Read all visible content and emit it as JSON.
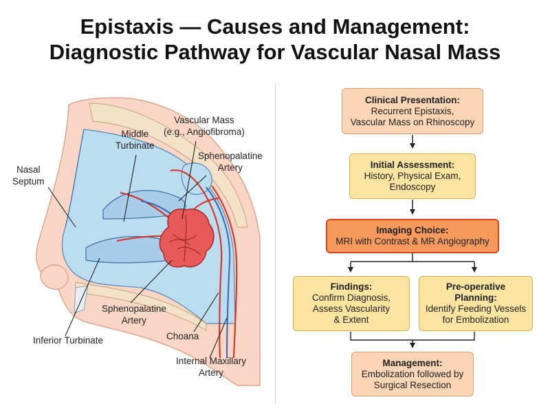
{
  "title": {
    "line1": "Epistaxis — Causes and Management:",
    "line2": "Diagnostic Pathway for Vascular Nasal Mass"
  },
  "anatomy": {
    "labels": {
      "nasal_septum": "Nasal\nSeptum",
      "middle_turbinate": "Middle\nTurbinate",
      "vascular_mass": "Vascular Mass\n(e.g., Angiofibroma)",
      "sphenopalatine_artery_top": "Sphenopalatine\nArtery",
      "sphenopalatine_artery_bottom": "Sphenopalatine\nArtery",
      "inferior_turbinate": "Inferior Turbinate",
      "choana": "Choana",
      "internal_maxillary_artery": "Internal Maxillary\nArtery"
    },
    "colors": {
      "skin": "#f9d6c6",
      "airway": "#bcdcf0",
      "bone": "#f4e2c8",
      "mass": "#e8595a",
      "artery": "#d13a2c",
      "vein": "#3a63b5"
    }
  },
  "flowchart": {
    "clinical": {
      "title": "Clinical Presentation:",
      "body": "Recurrent Epistaxis,\nVascular Mass on Rhinoscopy"
    },
    "initial": {
      "title": "Initial Assessment:",
      "body": "History, Physical Exam,\nEndoscopy"
    },
    "imaging": {
      "title": "Imaging Choice:",
      "body": "MRI with Contrast & MR Angiography"
    },
    "findings": {
      "title": "Findings:",
      "body": "Confirm Diagnosis,\nAssess Vascularity\n& Extent"
    },
    "preop": {
      "title": "Pre-operative\nPlanning:",
      "body": "Identify Feeding Vessels\nfor Embolization"
    },
    "management": {
      "title": "Management:",
      "body": "Embolization followed by\nSurgical Resection"
    }
  }
}
